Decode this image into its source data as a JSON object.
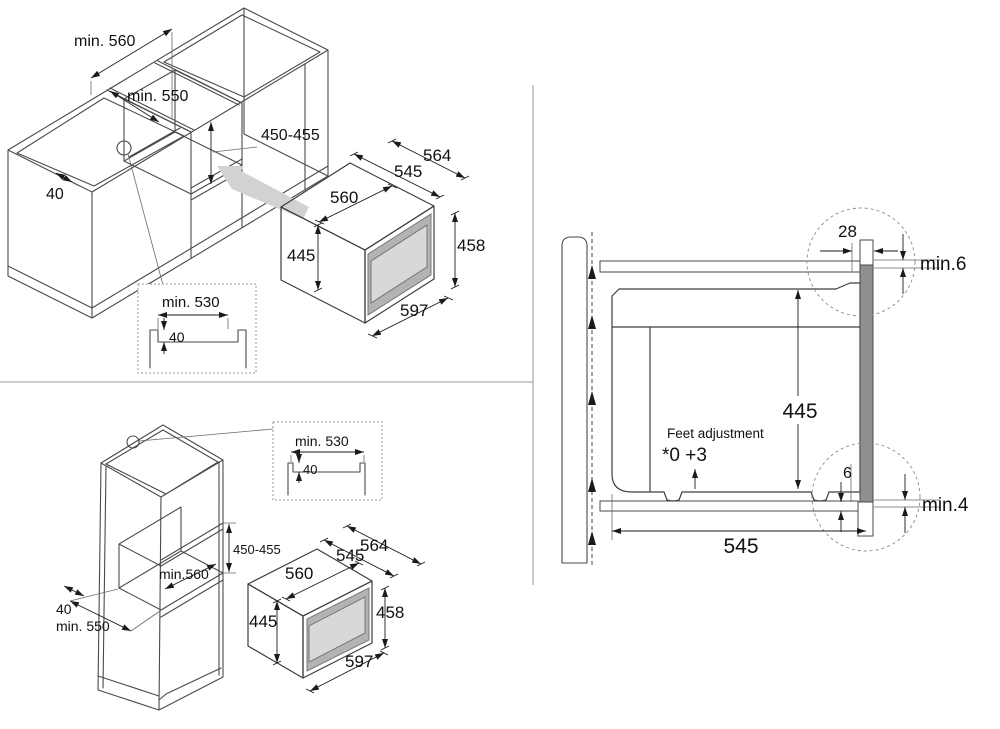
{
  "left_top": {
    "min560": "min. 560",
    "min550": "min. 550",
    "niche_height": "450-455",
    "rail": "40"
  },
  "left_bottom": {
    "niche_height": "450-455",
    "min560": "min.560",
    "rail": "40",
    "min550": "min. 550"
  },
  "inset": {
    "width": "min. 530",
    "depth": "40"
  },
  "oven": {
    "depth_total": "564",
    "depth_body": "545",
    "width_body": "560",
    "height_body": "445",
    "height_front": "458",
    "width_front": "597"
  },
  "section": {
    "front_overhang": "28",
    "gap_top": "min.6",
    "height_body": "445",
    "feet_label": "Feet adjustment",
    "feet_range": "*0 +3",
    "gap_bottom": "6",
    "gap_bottom_min": "min.4",
    "depth_body": "545"
  },
  "colors": {
    "line": "#4a4a4a",
    "oven_body": "#a9a9a9",
    "oven_panel": "#b3b3b3",
    "oven_window": "#d8d8d8",
    "frame_dark": "#8f8f8f",
    "insert_arrow": "#d2d2d2",
    "background": "#ffffff"
  }
}
